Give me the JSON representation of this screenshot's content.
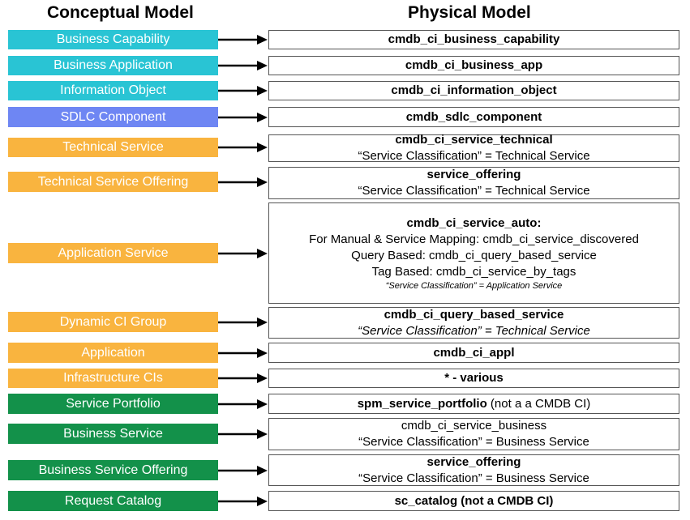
{
  "headings": {
    "conceptual": "Conceptual Model",
    "physical": "Physical Model"
  },
  "colors": {
    "cyan": "#29c4d4",
    "blue": "#6e86f3",
    "orange": "#f9b43f",
    "green": "#13914a"
  },
  "rows": [
    {
      "concept": "Business Capability",
      "color": "cyan",
      "lines": [
        {
          "text": "cmdb_ci_business_capability",
          "style": "b"
        }
      ]
    },
    {
      "concept": "Business Application",
      "color": "cyan",
      "lines": [
        {
          "text": "cmdb_ci_business_app",
          "style": "b"
        }
      ]
    },
    {
      "concept": "Information Object",
      "color": "cyan",
      "lines": [
        {
          "text": "cmdb_ci_information_object",
          "style": "b"
        }
      ]
    },
    {
      "concept": "SDLC Component",
      "color": "blue",
      "lines": [
        {
          "text": "cmdb_sdlc_component",
          "style": "b"
        }
      ]
    },
    {
      "concept": "Technical Service",
      "color": "orange",
      "lines": [
        {
          "text": "cmdb_ci_service_technical",
          "style": "b"
        },
        {
          "text": "“Service Classification” = Technical Service",
          "style": ""
        }
      ]
    },
    {
      "concept": "Technical Service Offering",
      "color": "orange",
      "lines": [
        {
          "text": "service_offering",
          "style": "b"
        },
        {
          "text": "“Service Classification” = Technical Service",
          "style": ""
        }
      ]
    },
    {
      "concept": "Application Service",
      "color": "orange",
      "lines": [
        {
          "text": "cmdb_ci_service_auto:",
          "style": "b"
        },
        {
          "text": "For Manual & Service Mapping: cmdb_ci_service_discovered",
          "style": ""
        },
        {
          "text": "Query Based: cmdb_ci_query_based_service",
          "style": ""
        },
        {
          "text": "Tag Based: cmdb_ci_service_by_tags",
          "style": ""
        },
        {
          "text": "“Service Classification” = Application Service",
          "style": "i small"
        }
      ]
    },
    {
      "concept": "Dynamic CI Group",
      "color": "orange",
      "lines": [
        {
          "text": "cmdb_ci_query_based_service",
          "style": "b"
        },
        {
          "text": "“Service Classification” = Technical Service",
          "style": "i"
        }
      ]
    },
    {
      "concept": "Application",
      "color": "orange",
      "lines": [
        {
          "text": "cmdb_ci_appl",
          "style": "b"
        }
      ]
    },
    {
      "concept": "Infrastructure CIs",
      "color": "orange",
      "lines": [
        {
          "text": "* - various",
          "style": "b"
        }
      ]
    },
    {
      "concept": "Service Portfolio",
      "color": "green",
      "lines": [
        {
          "text": "spm_service_portfolio",
          "style": "b",
          "suffix": " (not a a CMDB CI)"
        }
      ]
    },
    {
      "concept": "Business Service",
      "color": "green",
      "lines": [
        {
          "text": "cmdb_ci_service_business",
          "style": ""
        },
        {
          "text": "“Service Classification” = Business Service",
          "style": ""
        }
      ]
    },
    {
      "concept": "Business Service Offering",
      "color": "green",
      "lines": [
        {
          "text": "service_offering",
          "style": "b"
        },
        {
          "text": "“Service Classification” = Business Service",
          "style": ""
        }
      ]
    },
    {
      "concept": "Request Catalog",
      "color": "green",
      "lines": [
        {
          "text": "sc_catalog (not a CMDB CI)",
          "style": "b"
        }
      ]
    }
  ]
}
